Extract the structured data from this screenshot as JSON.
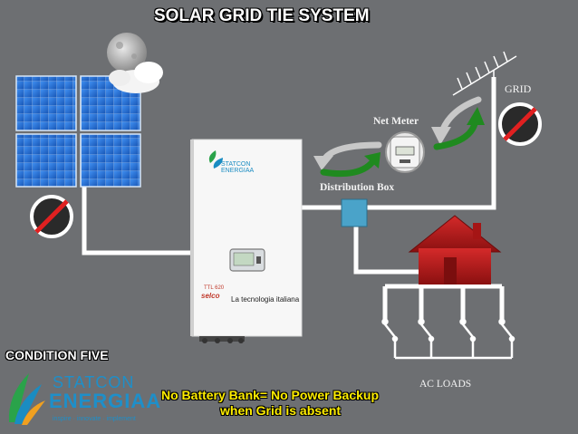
{
  "title": "SOLAR GRID TIE SYSTEM",
  "labels": {
    "grid": "GRID",
    "net_meter": "Net Meter",
    "distribution_box": "Distribution Box",
    "ac_loads": "AC LOADS"
  },
  "condition": "CONDITION FIVE",
  "note": {
    "line1": "No Battery Bank= No Power Backup",
    "line2": "when Grid is absent"
  },
  "logo": {
    "line1": "STATCON",
    "line2": "ENERGIAA",
    "tagline": "inspire · innovate · implement"
  },
  "inverter": {
    "brand_line1": "STATCON",
    "brand_line2": "ENERGIAA",
    "model": "TTL 620",
    "maker": "selco",
    "tagline": "La tecnologia italiana"
  },
  "colors": {
    "background": "#6d6f72",
    "wire": "#ffffff",
    "no_symbol_ring": "#ffffff",
    "no_symbol_slash": "#e02020",
    "arrow_green": "#1f8a1f",
    "arrow_grey": "#c8c8c8",
    "note_text": "#ffee00",
    "house": "#b01818",
    "panel": "#1f6fd6",
    "distribution_box": "#4aa3c9"
  },
  "icons": [
    "sun-behind-cloud-icon",
    "no-symbol-icon",
    "antenna-icon",
    "house-icon",
    "switch-icon"
  ]
}
